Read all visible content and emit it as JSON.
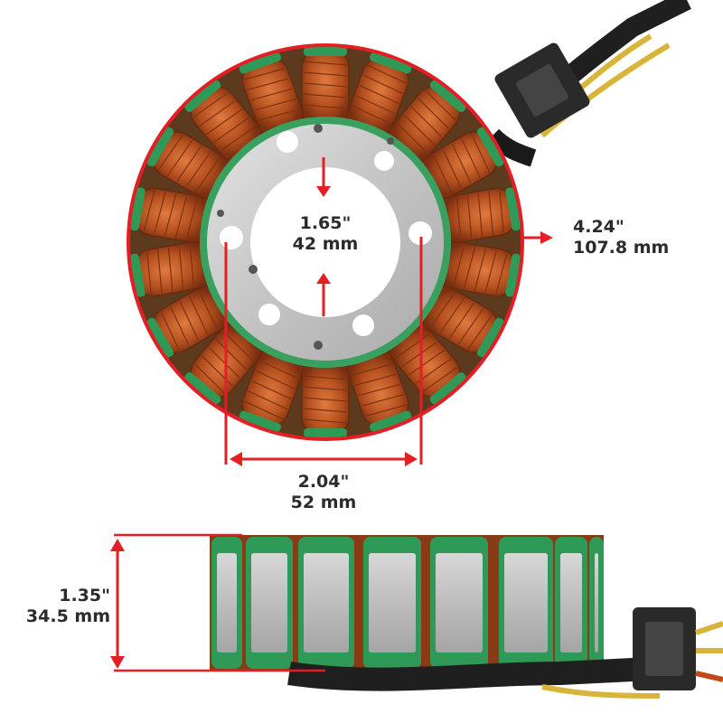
{
  "colors": {
    "dimension_red": "#e31e24",
    "copper": "#b5501f",
    "insulation_green": "#2f9a57",
    "steel": "#c9c9c9",
    "label_text": "#2b2b2b"
  },
  "dimensions": {
    "inner_diameter": {
      "imperial": "1.65\"",
      "metric": "42 mm"
    },
    "outer_diameter": {
      "imperial": "4.24\"",
      "metric": "107.8 mm"
    },
    "bolt_spacing": {
      "imperial": "2.04\"",
      "metric": "52 mm"
    },
    "stack_height": {
      "imperial": "1.35\"",
      "metric": "34.5 mm"
    }
  }
}
